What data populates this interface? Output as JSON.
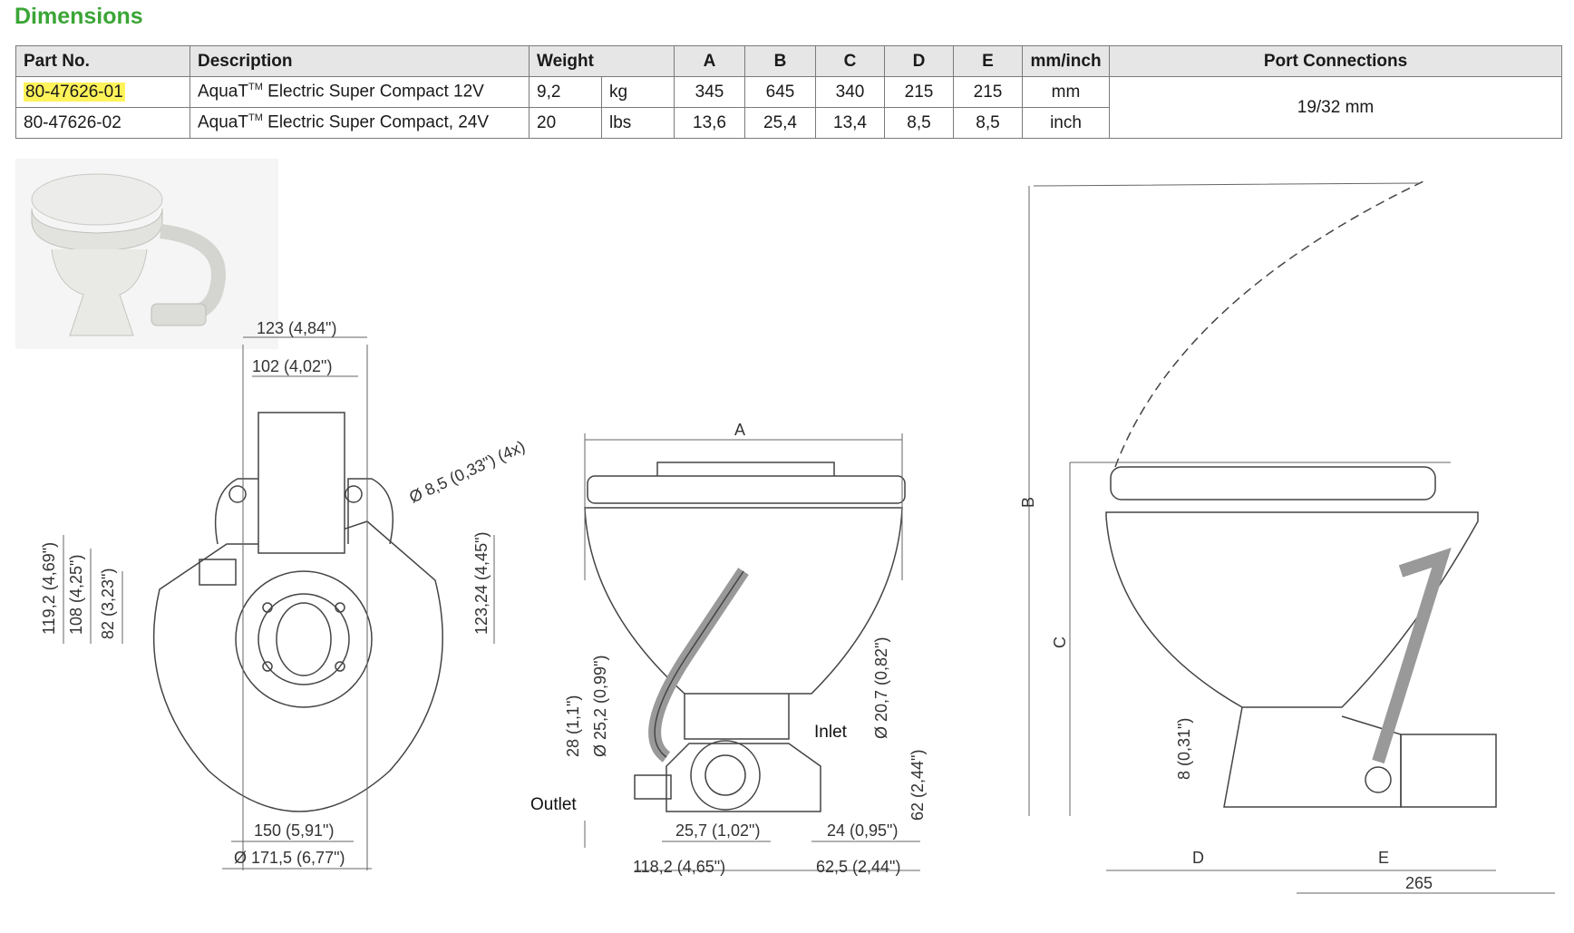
{
  "title": "Dimensions",
  "table": {
    "headers": [
      "Part No.",
      "Description",
      "Weight",
      "A",
      "B",
      "C",
      "D",
      "E",
      "mm/inch",
      "Port Connections"
    ],
    "rows": [
      {
        "part": "80-47626-01",
        "desc": "AquaT",
        "tm": "TM",
        "desc_rest": " Electric Super Compact 12V",
        "weight": "9,2",
        "wunit": "kg",
        "a": "345",
        "b": "645",
        "c": "340",
        "d": "215",
        "e": "215",
        "unit": "mm"
      },
      {
        "part": "80-47626-02",
        "desc": "AquaT",
        "tm": "TM",
        "desc_rest": " Electric Super Compact, 24V",
        "weight": "20",
        "wunit": "lbs",
        "a": "13,6",
        "b": "25,4",
        "c": "13,4",
        "d": "8,5",
        "e": "8,5",
        "unit": "inch"
      }
    ],
    "port": "19/32 mm"
  },
  "top_view": {
    "d123": "123  (4,84\")",
    "d102": "102  (4,02\")",
    "hole": "Ø 8,5 (0,33\") (4x)",
    "h119": "119,2  (4,69\")",
    "h108": "108  (4,25\")",
    "h82": "82  (3,23\")",
    "h123": "123,24  (4,45\")",
    "d150": "150  (5,91\")",
    "d171": "Ø 171,5  (6,77\")"
  },
  "front_view": {
    "a": "A",
    "inlet": "Inlet",
    "outlet": "Outlet",
    "v28": "28  (1,1\")",
    "v25": "Ø  25,2  (0,99\")",
    "v20": "Ø  20,7  (0,82\")",
    "v62": "62  (2,44\")",
    "h25": "25,7  (1,02\")",
    "h24": "24  (0,95\")",
    "h118": "118,2  (4,65\")",
    "h62": "62,5  (2,44\")"
  },
  "side_view": {
    "b": "B",
    "c": "C",
    "d": "D",
    "e": "E",
    "v8": "8  (0,31\")",
    "w265": "265"
  }
}
